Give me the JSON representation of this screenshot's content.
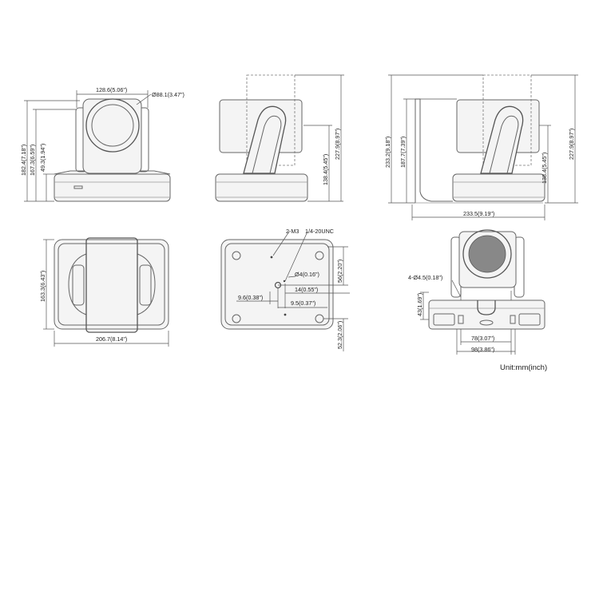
{
  "dims": {
    "front_width": "128.6(5.06\")",
    "lens_dia": "Ø88.1(3.47\")",
    "front_h_total": "182.4(7.18\")",
    "front_h_body": "167.3(6.59\")",
    "front_h_base": "49.3(1.94\")",
    "side_h_pivot": "138.4(5.45\")",
    "side_h_total": "227.9(8.97\")",
    "tilt_h_total": "233.2(9.18\")",
    "tilt_h_body": "187.7(7.39\")",
    "tilt_h_pivot": "138.4(5.45\")",
    "tilt_h_max": "227.9(8.97\")",
    "tilt_width": "233.5(9.19\")",
    "top_depth": "163.3(6.43\")",
    "top_width": "206.7(8.14\")",
    "bottom_m3": "2-M3",
    "bottom_unc": "1/4-20UNC",
    "bottom_hole": "Ø4(0.16\")",
    "bottom_14": "14(0.55\")",
    "bottom_9_6": "9.6(0.38\")",
    "bottom_9_5": "9.5(0.37\")",
    "bottom_56": "56(2.20\")",
    "bottom_52_3": "52.3(2.06\")",
    "bracket_holes": "4-Ø4.5(0.18\")",
    "bracket_43": "43(1.69\")",
    "bracket_78": "78(3.07\")",
    "bracket_98": "98(3.86\")"
  },
  "unit_note": "Unit:mm(inch)"
}
